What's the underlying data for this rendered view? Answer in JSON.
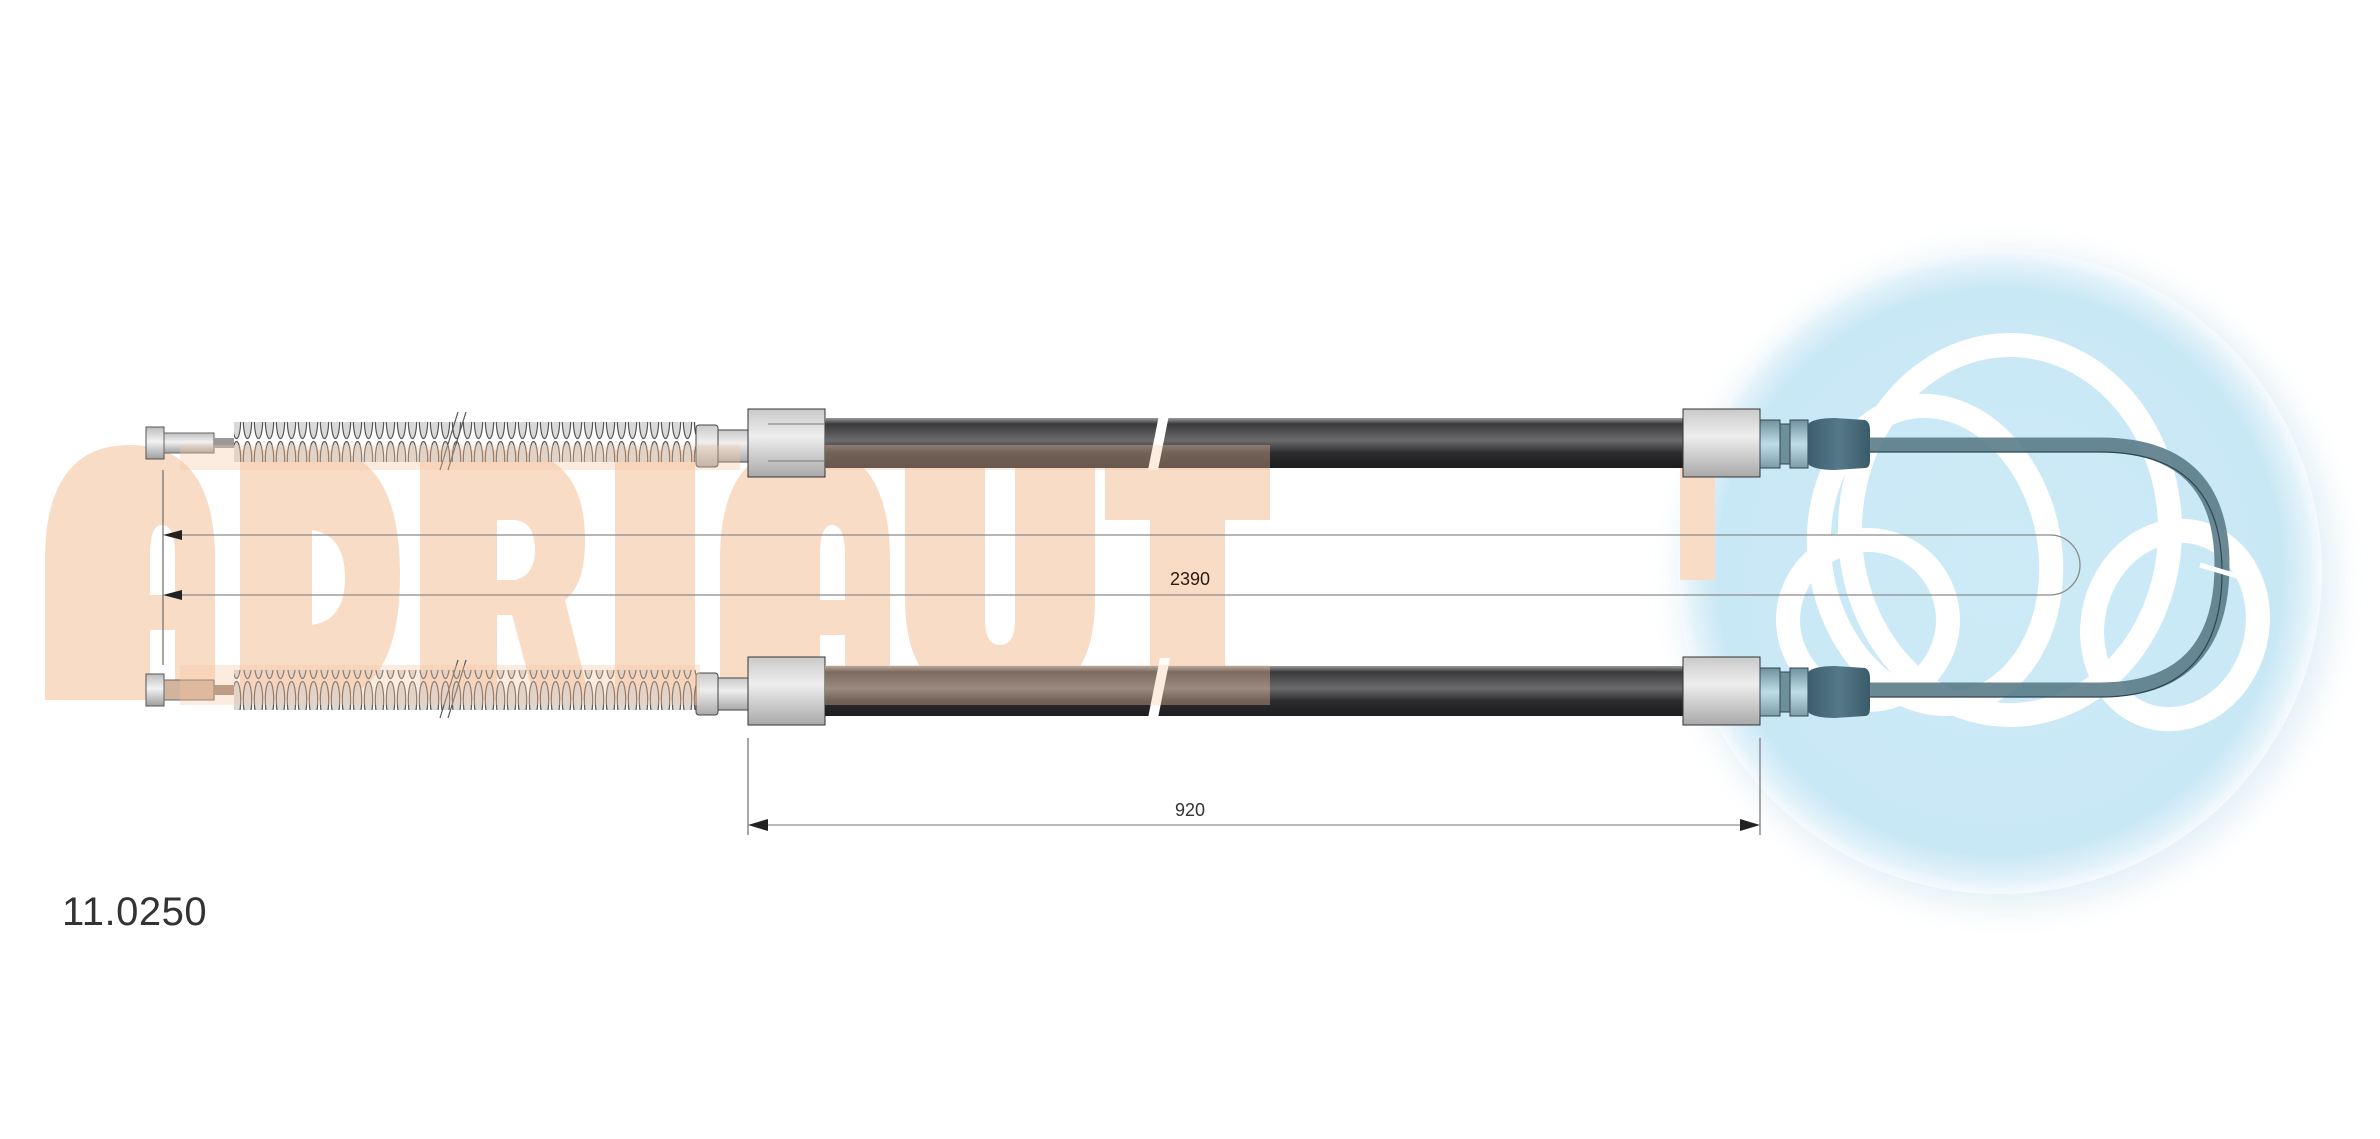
{
  "part_number": "11.0250",
  "brand_watermark": "ADRIAUT",
  "dimensions": {
    "overall_length": {
      "value": "2390",
      "unit": "mm"
    },
    "sheath_length": {
      "value": "920",
      "unit": "mm"
    }
  },
  "components": {
    "cable_count": 2,
    "left_end": [
      "end-cap",
      "return-spring",
      "adjuster-fitting"
    ],
    "middle": [
      "outer-sheath"
    ],
    "right_end": [
      "ferrule-nut",
      "end-fitting",
      "u-bend-inner-cable"
    ]
  },
  "colors": {
    "watermark_orange": "#f9dcc6",
    "logo_circle_blue": "#cbe9f6",
    "sheath_dark": "#2f2f31",
    "fitting_steel": "#5c7e8c",
    "dimension_line": "#888888",
    "text": "#333333"
  }
}
